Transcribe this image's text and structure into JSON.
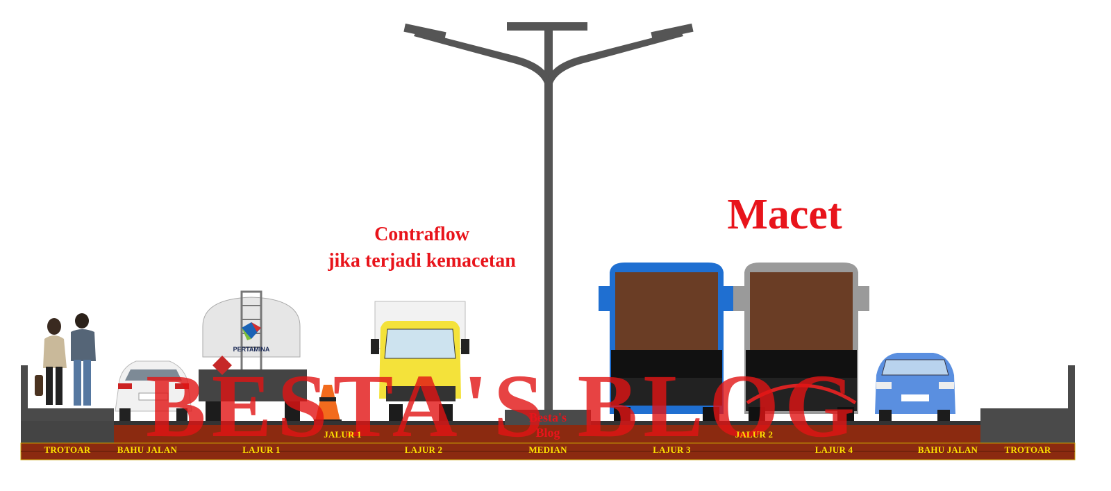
{
  "captions": {
    "contraflow_line1": "Contraflow",
    "contraflow_line2": "jika terjadi kemacetan",
    "macet": "Macet"
  },
  "watermark": {
    "text": "BESTA'S BLOG",
    "median_line1": "Besta's",
    "median_line2": "Blog"
  },
  "road": {
    "jalur": [
      "JALUR 1",
      "JALUR 2"
    ],
    "sections": [
      "TROTOAR",
      "BAHU JALAN",
      "LAJUR 1",
      "LAJUR 2",
      "MEDIAN",
      "LAJUR 3",
      "LAJUR 4",
      "BAHU JALAN",
      "TROTOAR"
    ]
  },
  "vehicles": {
    "tanker_logo": "PERTAMINA"
  },
  "colors": {
    "accent_red": "#e8141b",
    "label_yellow": "#ffe100",
    "asphalt_brown": "#8b2a10",
    "concrete_gray": "#4a4a4a",
    "pole_gray": "#555555",
    "bus_blue": "#1f6fd1",
    "bus_silver": "#9a9a9a",
    "truck_yellow": "#f4e23a",
    "car_blue": "#5a8fe0"
  }
}
